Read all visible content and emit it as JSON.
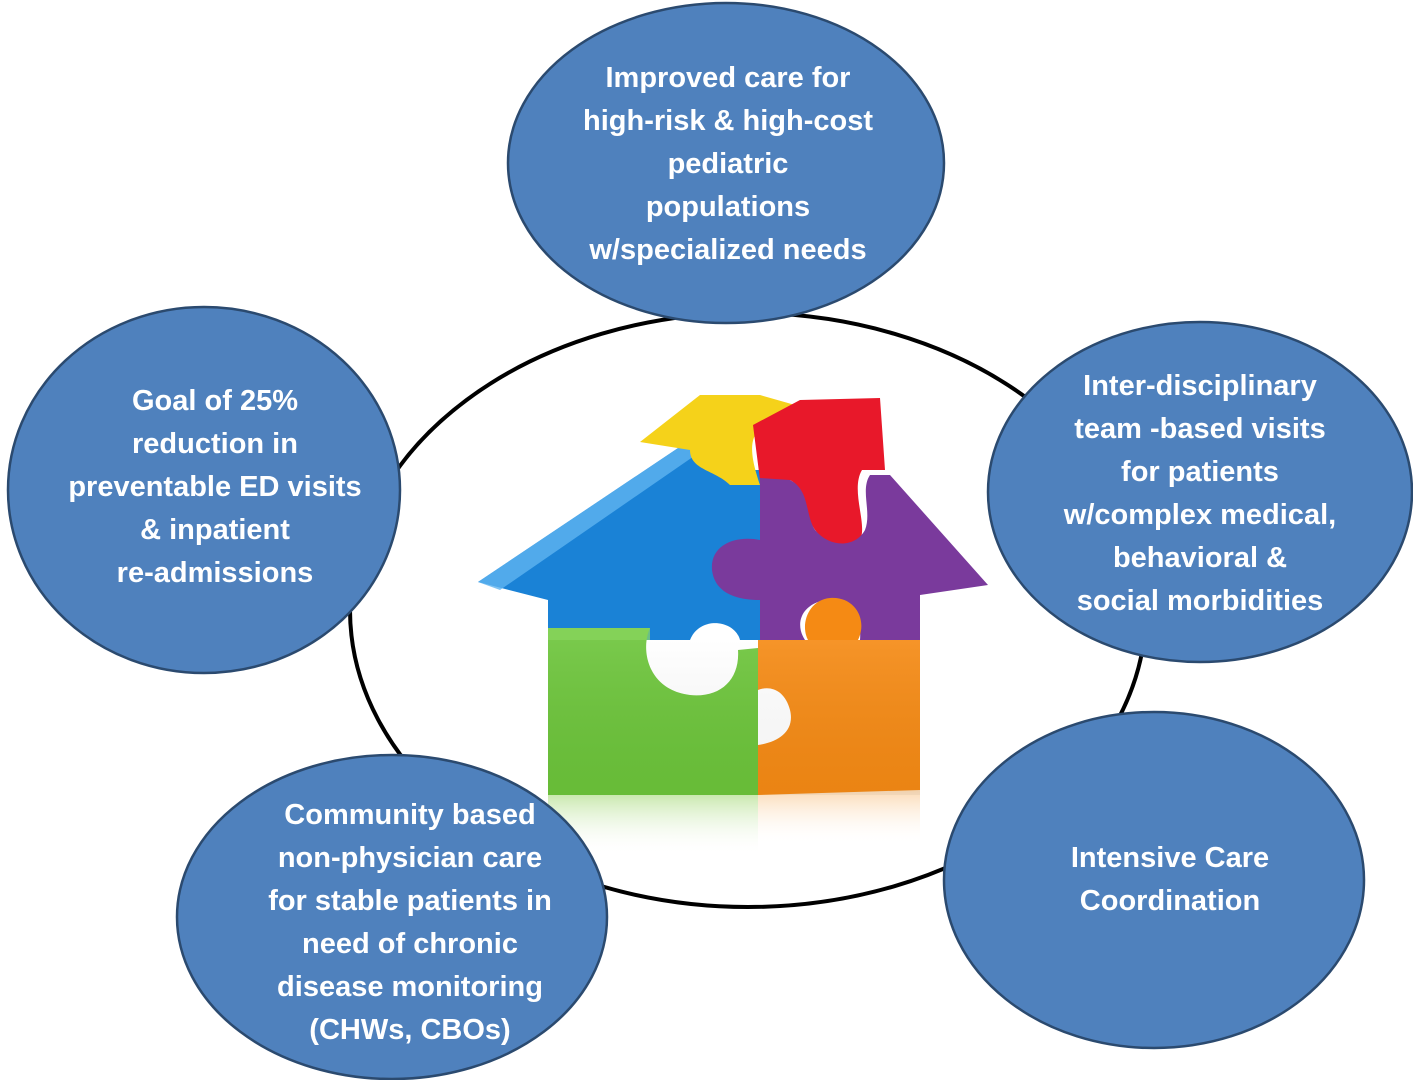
{
  "bubbles": {
    "top": "Improved care for\nhigh-risk & high-cost\npediatric\npopulations\nw/specialized needs",
    "left": "Goal of 25%\nreduction in\npreventable ED visits\n& inpatient\nre-admissions",
    "right": "Inter-disciplinary\nteam -based visits\nfor patients\nw/complex medical,\nbehavioral &\nsocial morbidities",
    "bottom_left": "Community based\nnon-physician care\nfor stable patients in\nneed of chronic\ndisease monitoring\n(CHWs, CBOs)",
    "bottom_right": "Intensive Care\nCoordination"
  },
  "illustration": {
    "name": "puzzle-house",
    "piece_colors": {
      "roof_left": "#1a82d6",
      "roof_top": "#f5d21a",
      "roof_right": "#e8182a",
      "middle_right": "#7a3a9c",
      "bottom_left": "#6cc43a",
      "bottom_right": "#f58a14"
    }
  },
  "colors": {
    "bubble_fill": "#4f81bd",
    "bubble_stroke": "#2b4a6f",
    "bubble_text": "#ffffff",
    "ring_stroke": "#000000"
  }
}
